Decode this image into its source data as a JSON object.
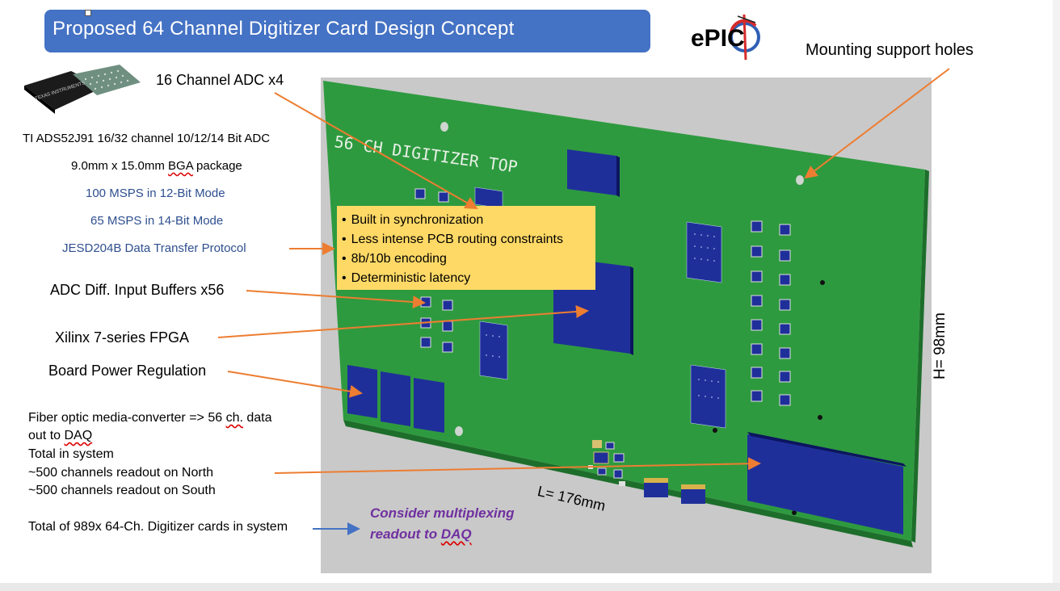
{
  "title": "Proposed 64 Channel Digitizer Card Design Concept",
  "logo_text": "ePIC",
  "board_silkscreen": "56 CH DIGITIZER TOP",
  "labels": {
    "adc": "16 Channel ADC x4",
    "mounting": "Mounting support holes",
    "ti": "TI ADS52J91 16/32 channel 10/12/14 Bit ADC",
    "pkg_size": "9.0mm x 15.0mm ",
    "pkg_bga": "BGA",
    "pkg_rest": " package",
    "msps100": "100 MSPS in 12-Bit Mode",
    "msps65": "65 MSPS in 14-Bit Mode",
    "jesd": "JESD204B Data Transfer Protocol",
    "buffers": "ADC Diff. Input Buffers x56",
    "fpga": "Xilinx 7-series FPGA",
    "power": "Board Power Regulation",
    "fiber1a": "Fiber optic media-converter => 56 ",
    "fiber1b": "ch.",
    "fiber1c": " data",
    "fiber2a": "out to ",
    "fiber2b": "DAQ",
    "total_system": "Total in system",
    "north": "~500 channels readout on North",
    "south": "~500 channels readout on South",
    "total_cards": "Total of 989x  64-Ch. Digitizer cards in system",
    "consider1": "Consider  multiplexing",
    "consider2a": "readout to ",
    "consider2b": "DAQ",
    "length": "L= 176mm",
    "height": "H= 98mm"
  },
  "callout": [
    "Built in synchronization",
    "Less intense PCB routing constraints",
    "8b/10b encoding",
    "Deterministic latency"
  ],
  "chip_text": "TEXAS INSTRUMENTS",
  "colors": {
    "title_bar": "#4472c4",
    "callout": "#ffd966",
    "arrow_orange": "#ed7d31",
    "arrow_blue": "#4472c4",
    "pcb_green": "#2e9a3f",
    "chip_blue": "#1f2f9a",
    "text_blue": "#2e4f8f",
    "purple": "#7030a0"
  }
}
